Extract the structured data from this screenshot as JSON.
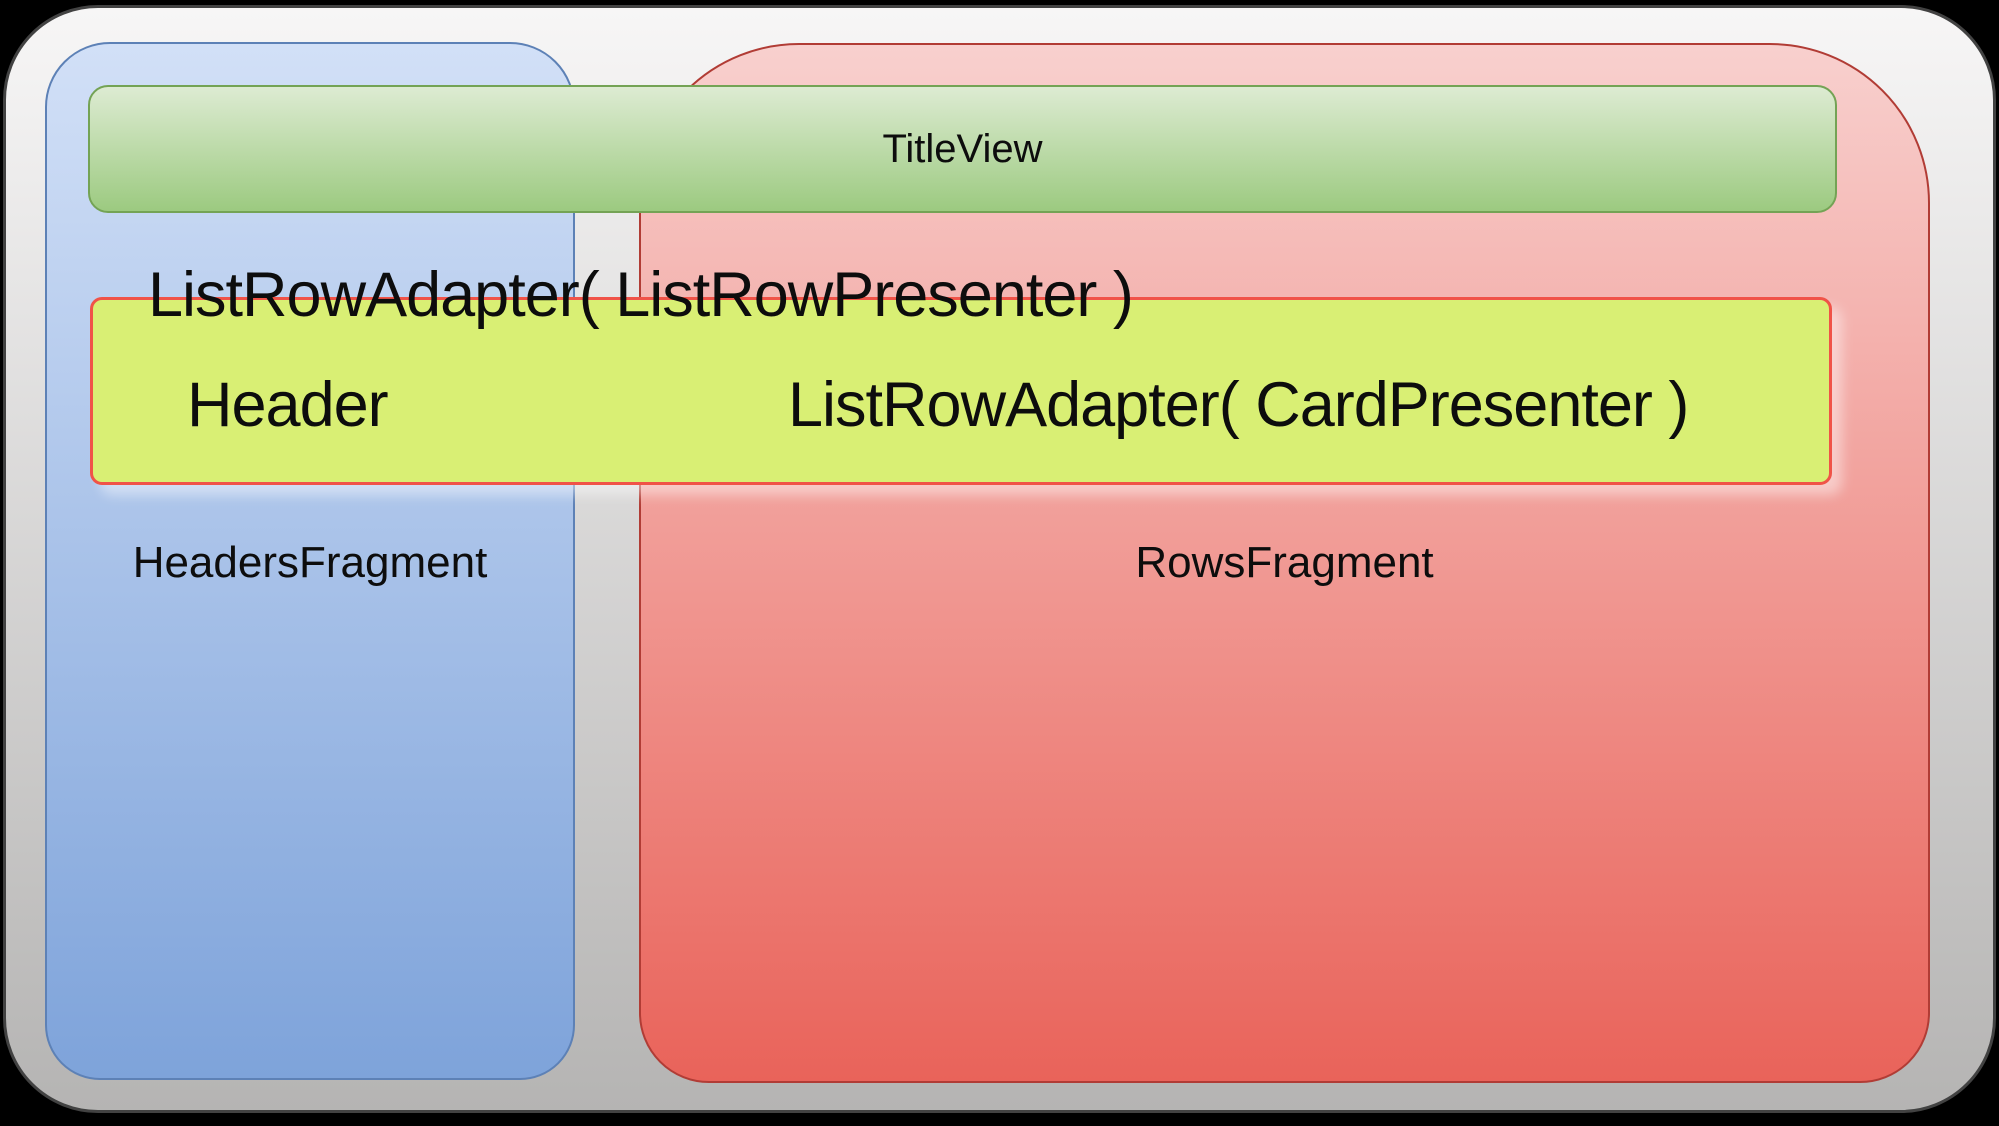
{
  "diagram": {
    "title_view_label": "TitleView",
    "adapter_caption": "ListRowAdapter( ListRowPresenter )",
    "header_label": "Header",
    "card_adapter_label": "ListRowAdapter( CardPresenter )",
    "headers_fragment_label": "HeadersFragment",
    "rows_fragment_label": "RowsFragment"
  },
  "colors": {
    "background": "#000000",
    "card_top": "#f7f6f6",
    "card_bottom": "#b5b4b3",
    "card_border": "#424242",
    "headers_top": "#d2e0f7",
    "headers_bottom": "#7ea3da",
    "headers_border": "#5d81b6",
    "rows_top": "#f8d0ce",
    "rows_bottom": "#e9635a",
    "rows_border": "#b13c35",
    "title_top": "#ddebd2",
    "title_bottom": "#9cca80",
    "title_border": "#74a355",
    "row_bar_fill": "#d9ef74",
    "row_bar_border": "#f05348",
    "text": "#0d0d0d"
  }
}
